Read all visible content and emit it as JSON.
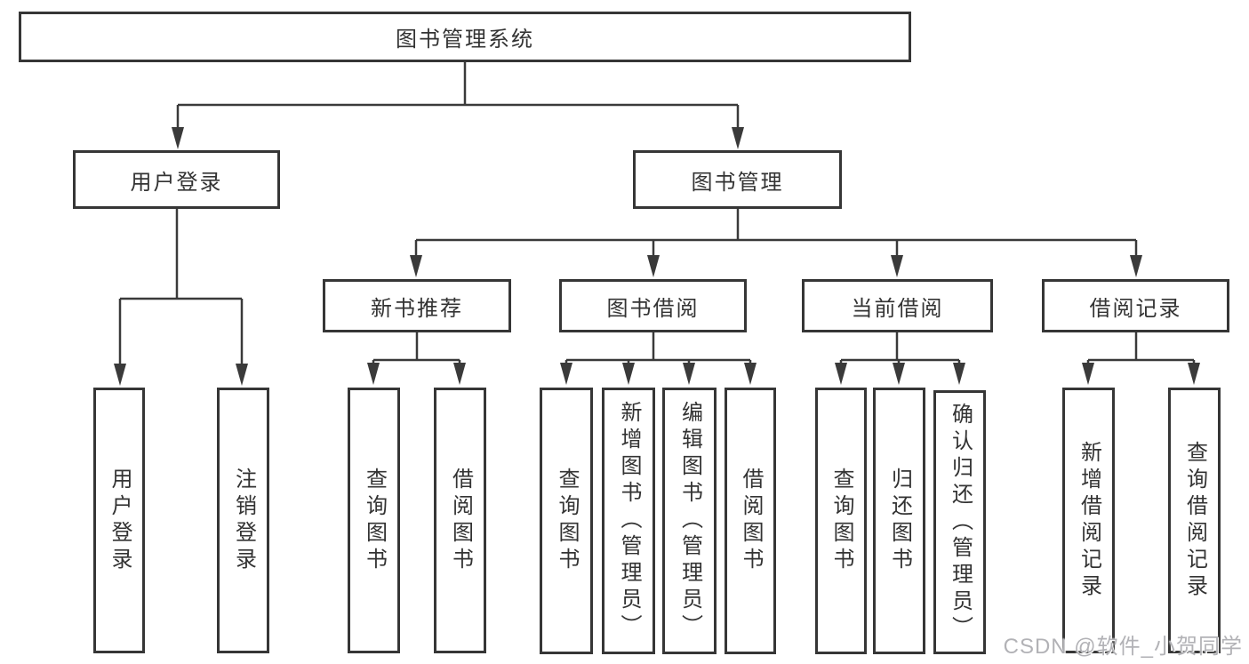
{
  "colors": {
    "line": "#3a3a3a",
    "border": "#363636",
    "text": "#333333",
    "background": "#ffffff",
    "watermark": "#b2b2b6"
  },
  "tree": {
    "root": {
      "label": "图书管理系统"
    },
    "branches": [
      {
        "label": "用户登录",
        "leaves": [
          {
            "label": "用户登录"
          },
          {
            "label": "注销登录"
          }
        ]
      },
      {
        "label": "图书管理",
        "groups": [
          {
            "label": "新书推荐",
            "leaves": [
              {
                "label": "查询图书"
              },
              {
                "label": "借阅图书"
              }
            ]
          },
          {
            "label": "图书借阅",
            "leaves": [
              {
                "label": "查询图书"
              },
              {
                "label": "新增图书（管理员）"
              },
              {
                "label": "编辑图书（管理员）"
              },
              {
                "label": "借阅图书"
              }
            ]
          },
          {
            "label": "当前借阅",
            "leaves": [
              {
                "label": "查询图书"
              },
              {
                "label": "归还图书"
              },
              {
                "label": "确认归还（管理员）"
              }
            ]
          },
          {
            "label": "借阅记录",
            "leaves": [
              {
                "label": "新增借阅记录"
              },
              {
                "label": "查询借阅记录"
              }
            ]
          }
        ]
      }
    ]
  },
  "watermark": {
    "text": "CSDN @软件_小贺同学"
  }
}
